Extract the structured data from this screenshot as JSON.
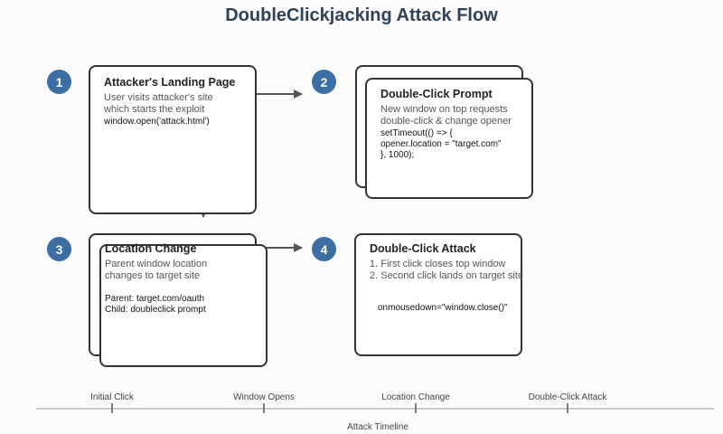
{
  "title": "DoubleClickjacking Attack Flow",
  "steps": [
    {
      "number": "1",
      "title": "Attacker's Landing Page",
      "desc": [
        "User visits attacker's site",
        "which starts the exploit"
      ],
      "code": [
        "window.open('attack.html')"
      ]
    },
    {
      "number": "2",
      "title": "Double-Click Prompt",
      "desc": [
        "New window on top requests",
        "double-click & change opener"
      ],
      "code": [
        "setTimeout(() => {",
        "opener.location = \"target.com\"",
        "}, 1000);"
      ]
    },
    {
      "number": "3",
      "title": "Location Change",
      "desc": [
        "Parent window location",
        "changes to target site"
      ],
      "code": [
        "Parent: target.com/oauth",
        "Child: doubleclick prompt"
      ]
    },
    {
      "number": "4",
      "title": "Double-Click Attack",
      "desc": [
        "1. First click closes top window",
        "2. Second click lands on target site"
      ],
      "code": [
        "onmousedown=\"window.close()\""
      ]
    }
  ],
  "timeline": {
    "labels": [
      "Initial Click",
      "Window Opens",
      "Location Change",
      "Double-Click Attack"
    ],
    "caption": "Attack Timeline"
  }
}
